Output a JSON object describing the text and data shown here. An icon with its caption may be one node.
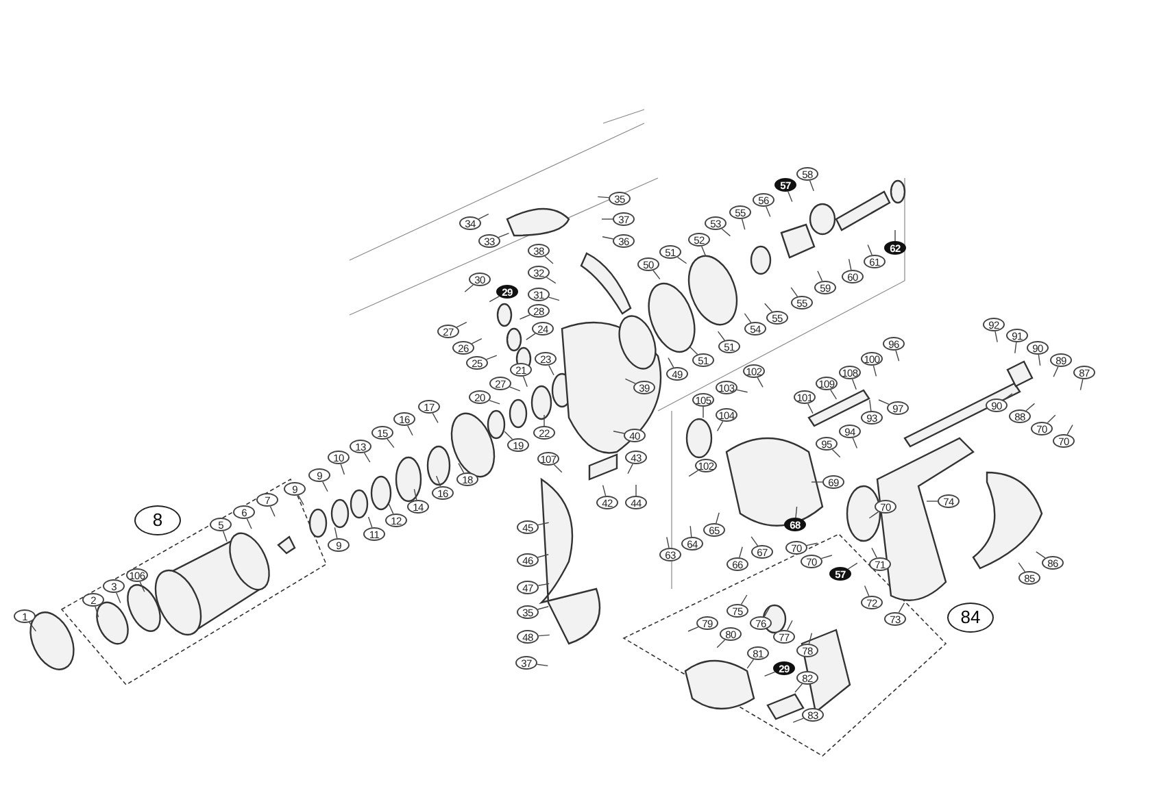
{
  "diagram": {
    "nodes": [
      {
        "text": [
          "1"
        ]
      },
      {
        "text": [
          "2"
        ]
      },
      {
        "text": [
          "3"
        ]
      },
      {
        "text": [
          "106"
        ]
      },
      {
        "text": [
          "5"
        ]
      },
      {
        "text": [
          "6"
        ]
      },
      {
        "text": [
          "7"
        ]
      },
      {
        "text": [
          "9"
        ]
      },
      {
        "text": [
          "9"
        ]
      },
      {
        "text": [
          "10"
        ]
      },
      {
        "text": [
          "13"
        ]
      },
      {
        "text": [
          "15"
        ]
      },
      {
        "text": [
          "16"
        ]
      },
      {
        "text": [
          "17"
        ]
      },
      {
        "text": [
          "20"
        ]
      },
      {
        "text": [
          "27"
        ]
      },
      {
        "text": [
          "21"
        ]
      },
      {
        "text": [
          "23"
        ]
      },
      {
        "text": [
          "9"
        ]
      },
      {
        "text": [
          "11"
        ]
      },
      {
        "text": [
          "12"
        ]
      },
      {
        "text": [
          "14"
        ]
      },
      {
        "text": [
          "16"
        ]
      },
      {
        "text": [
          "18"
        ]
      },
      {
        "text": [
          "19"
        ]
      },
      {
        "text": [
          "22"
        ]
      },
      {
        "text": [
          "34"
        ]
      },
      {
        "text": [
          "33"
        ]
      },
      {
        "text": [
          "35"
        ]
      },
      {
        "text": [
          "37"
        ]
      },
      {
        "text": [
          "36"
        ]
      },
      {
        "text": [
          "38"
        ]
      },
      {
        "text": [
          "32"
        ]
      },
      {
        "text": [
          "31"
        ]
      },
      {
        "text": [
          "30"
        ]
      },
      {
        "text": [
          "29"
        ]
      },
      {
        "text": [
          "28"
        ]
      },
      {
        "text": [
          "27"
        ]
      },
      {
        "text": [
          "26"
        ]
      },
      {
        "text": [
          "25"
        ]
      },
      {
        "text": [
          "24"
        ]
      },
      {
        "text": [
          "39"
        ]
      },
      {
        "text": [
          "49"
        ]
      },
      {
        "text": [
          "50"
        ]
      },
      {
        "text": [
          "51"
        ]
      },
      {
        "text": [
          "52"
        ]
      },
      {
        "text": [
          "53"
        ]
      },
      {
        "text": [
          "55"
        ]
      },
      {
        "text": [
          "56"
        ]
      },
      {
        "text": [
          "57"
        ]
      },
      {
        "text": [
          "58"
        ]
      },
      {
        "text": [
          "59"
        ]
      },
      {
        "text": [
          "60"
        ]
      },
      {
        "text": [
          "61"
        ]
      },
      {
        "text": [
          "62"
        ]
      },
      {
        "text": [
          "55"
        ]
      },
      {
        "text": [
          "55"
        ]
      },
      {
        "text": [
          "54"
        ]
      },
      {
        "text": [
          "51"
        ]
      },
      {
        "text": [
          "51"
        ]
      },
      {
        "text": [
          "102"
        ]
      },
      {
        "text": [
          "103"
        ]
      },
      {
        "text": [
          "105"
        ]
      },
      {
        "text": [
          "104"
        ]
      },
      {
        "text": [
          "101"
        ]
      },
      {
        "text": [
          "109"
        ]
      },
      {
        "text": [
          "108"
        ]
      },
      {
        "text": [
          "100"
        ]
      },
      {
        "text": [
          "96"
        ]
      },
      {
        "text": [
          "97"
        ]
      },
      {
        "text": [
          "93"
        ]
      },
      {
        "text": [
          "94"
        ]
      },
      {
        "text": [
          "95"
        ]
      },
      {
        "text": [
          "102"
        ]
      },
      {
        "text": [
          "63"
        ]
      },
      {
        "text": [
          "64"
        ]
      },
      {
        "text": [
          "65"
        ]
      },
      {
        "text": [
          "66"
        ]
      },
      {
        "text": [
          "67"
        ]
      },
      {
        "text": [
          "68"
        ]
      },
      {
        "text": [
          "70"
        ]
      },
      {
        "text": [
          "70"
        ]
      },
      {
        "text": [
          "57"
        ]
      },
      {
        "text": [
          "69"
        ]
      },
      {
        "text": [
          "70"
        ]
      },
      {
        "text": [
          "74"
        ]
      },
      {
        "text": [
          "71"
        ]
      },
      {
        "text": [
          "72"
        ]
      },
      {
        "text": [
          "73"
        ]
      },
      {
        "text": [
          "85"
        ]
      },
      {
        "text": [
          "86"
        ]
      },
      {
        "text": [
          "92"
        ]
      },
      {
        "text": [
          "91"
        ]
      },
      {
        "text": [
          "90"
        ]
      },
      {
        "text": [
          "89"
        ]
      },
      {
        "text": [
          "87"
        ]
      },
      {
        "text": [
          "90"
        ]
      },
      {
        "text": [
          "88"
        ]
      },
      {
        "text": [
          "70"
        ]
      },
      {
        "text": [
          "70"
        ]
      },
      {
        "text": [
          "107"
        ]
      },
      {
        "text": [
          "40"
        ]
      },
      {
        "text": [
          "43"
        ]
      },
      {
        "text": [
          "42"
        ]
      },
      {
        "text": [
          "44"
        ]
      },
      {
        "text": [
          "45"
        ]
      },
      {
        "text": [
          "46"
        ]
      },
      {
        "text": [
          "47"
        ]
      },
      {
        "text": [
          "35"
        ]
      },
      {
        "text": [
          "48"
        ]
      },
      {
        "text": [
          "37"
        ]
      },
      {
        "text": [
          "75"
        ]
      },
      {
        "text": [
          "76"
        ]
      },
      {
        "text": [
          "77"
        ]
      },
      {
        "text": [
          "78"
        ]
      },
      {
        "text": [
          "79"
        ]
      },
      {
        "text": [
          "80"
        ]
      },
      {
        "text": [
          "81"
        ]
      },
      {
        "text": [
          "29"
        ]
      },
      {
        "text": [
          "82"
        ]
      },
      {
        "text": [
          "83"
        ]
      }
    ],
    "edges": [
      {
        "from": 0,
        "to": null,
        "arrow": "none"
      },
      {
        "from": 1,
        "to": null,
        "arrow": "none"
      },
      {
        "from": 2,
        "to": null,
        "arrow": "none"
      },
      {
        "from": 3,
        "to": null,
        "arrow": "none"
      },
      {
        "from": 4,
        "to": null,
        "arrow": "none"
      },
      {
        "from": 5,
        "to": null,
        "arrow": "none"
      },
      {
        "from": 6,
        "to": null,
        "arrow": "none"
      },
      {
        "from": 7,
        "to": null,
        "arrow": "none"
      },
      {
        "from": 8,
        "to": null,
        "arrow": "none"
      },
      {
        "from": 9,
        "to": null,
        "arrow": "none"
      },
      {
        "from": 10,
        "to": null,
        "arrow": "none"
      },
      {
        "from": 11,
        "to": null,
        "arrow": "none"
      },
      {
        "from": 12,
        "to": null,
        "arrow": "none"
      },
      {
        "from": 13,
        "to": null,
        "arrow": "none"
      },
      {
        "from": 14,
        "to": null,
        "arrow": "none"
      },
      {
        "from": 15,
        "to": null,
        "arrow": "none"
      },
      {
        "from": 16,
        "to": null,
        "arrow": "none"
      },
      {
        "from": 17,
        "to": null,
        "arrow": "none"
      },
      {
        "from": 18,
        "to": null,
        "arrow": "none"
      },
      {
        "from": 19,
        "to": null,
        "arrow": "none"
      },
      {
        "from": 20,
        "to": null,
        "arrow": "none"
      },
      {
        "from": 21,
        "to": null,
        "arrow": "none"
      },
      {
        "from": 22,
        "to": null,
        "arrow": "none"
      },
      {
        "from": 23,
        "to": null,
        "arrow": "none"
      },
      {
        "from": 24,
        "to": null,
        "arrow": "none"
      },
      {
        "from": 25,
        "to": null,
        "arrow": "none"
      },
      {
        "from": 26,
        "to": null,
        "arrow": "none"
      },
      {
        "from": 27,
        "to": null,
        "arrow": "none"
      },
      {
        "from": 28,
        "to": null,
        "arrow": "none"
      },
      {
        "from": 29,
        "to": null,
        "arrow": "none"
      },
      {
        "from": 30,
        "to": null,
        "arrow": "none"
      },
      {
        "from": 31,
        "to": null,
        "arrow": "none"
      },
      {
        "from": 32,
        "to": null,
        "arrow": "none"
      },
      {
        "from": 33,
        "to": null,
        "arrow": "none"
      },
      {
        "from": 34,
        "to": null,
        "arrow": "none"
      },
      {
        "from": 35,
        "to": null,
        "arrow": "none"
      },
      {
        "from": 36,
        "to": null,
        "arrow": "none"
      },
      {
        "from": 37,
        "to": null,
        "arrow": "none"
      },
      {
        "from": 38,
        "to": null,
        "arrow": "none"
      },
      {
        "from": 39,
        "to": null,
        "arrow": "none"
      },
      {
        "from": 40,
        "to": null,
        "arrow": "none"
      },
      {
        "from": 41,
        "to": null,
        "arrow": "none"
      },
      {
        "from": 42,
        "to": null,
        "arrow": "none"
      },
      {
        "from": 43,
        "to": null,
        "arrow": "none"
      },
      {
        "from": 44,
        "to": null,
        "arrow": "none"
      },
      {
        "from": 45,
        "to": null,
        "arrow": "none"
      },
      {
        "from": 46,
        "to": null,
        "arrow": "none"
      },
      {
        "from": 47,
        "to": null,
        "arrow": "none"
      },
      {
        "from": 48,
        "to": null,
        "arrow": "none"
      },
      {
        "from": 49,
        "to": null,
        "arrow": "none"
      },
      {
        "from": 50,
        "to": null,
        "arrow": "none"
      },
      {
        "from": 51,
        "to": null,
        "arrow": "none"
      },
      {
        "from": 52,
        "to": null,
        "arrow": "none"
      },
      {
        "from": 53,
        "to": null,
        "arrow": "none"
      },
      {
        "from": 54,
        "to": null,
        "arrow": "none"
      },
      {
        "from": 55,
        "to": null,
        "arrow": "none"
      },
      {
        "from": 56,
        "to": null,
        "arrow": "none"
      },
      {
        "from": 57,
        "to": null,
        "arrow": "none"
      },
      {
        "from": 58,
        "to": null,
        "arrow": "none"
      },
      {
        "from": 59,
        "to": null,
        "arrow": "none"
      },
      {
        "from": 60,
        "to": null,
        "arrow": "none"
      },
      {
        "from": 61,
        "to": null,
        "arrow": "none"
      },
      {
        "from": 62,
        "to": null,
        "arrow": "none"
      },
      {
        "from": 63,
        "to": null,
        "arrow": "none"
      },
      {
        "from": 64,
        "to": null,
        "arrow": "none"
      },
      {
        "from": 65,
        "to": null,
        "arrow": "none"
      },
      {
        "from": 66,
        "to": null,
        "arrow": "none"
      },
      {
        "from": 67,
        "to": null,
        "arrow": "none"
      },
      {
        "from": 68,
        "to": null,
        "arrow": "none"
      },
      {
        "from": 69,
        "to": null,
        "arrow": "none"
      },
      {
        "from": 70,
        "to": null,
        "arrow": "none"
      },
      {
        "from": 71,
        "to": null,
        "arrow": "none"
      },
      {
        "from": 72,
        "to": null,
        "arrow": "none"
      },
      {
        "from": 73,
        "to": null,
        "arrow": "none"
      },
      {
        "from": 74,
        "to": null,
        "arrow": "none"
      },
      {
        "from": 75,
        "to": null,
        "arrow": "none"
      },
      {
        "from": 76,
        "to": null,
        "arrow": "none"
      },
      {
        "from": 77,
        "to": null,
        "arrow": "none"
      },
      {
        "from": 78,
        "to": null,
        "arrow": "none"
      },
      {
        "from": 79,
        "to": null,
        "arrow": "none"
      },
      {
        "from": 80,
        "to": null,
        "arrow": "none"
      },
      {
        "from": 81,
        "to": null,
        "arrow": "none"
      },
      {
        "from": 82,
        "to": null,
        "arrow": "none"
      },
      {
        "from": 83,
        "to": null,
        "arrow": "none"
      },
      {
        "from": 84,
        "to": null,
        "arrow": "none"
      },
      {
        "from": 85,
        "to": null,
        "arrow": "none"
      },
      {
        "from": 86,
        "to": null,
        "arrow": "none"
      },
      {
        "from": 87,
        "to": null,
        "arrow": "none"
      },
      {
        "from": 88,
        "to": null,
        "arrow": "none"
      },
      {
        "from": 89,
        "to": null,
        "arrow": "none"
      },
      {
        "from": 90,
        "to": null,
        "arrow": "none"
      },
      {
        "from": 91,
        "to": null,
        "arrow": "none"
      },
      {
        "from": 92,
        "to": null,
        "arrow": "none"
      },
      {
        "from": 93,
        "to": null,
        "arrow": "none"
      },
      {
        "from": 94,
        "to": null,
        "arrow": "none"
      },
      {
        "from": 95,
        "to": null,
        "arrow": "none"
      },
      {
        "from": 96,
        "to": null,
        "arrow": "none"
      },
      {
        "from": 97,
        "to": null,
        "arrow": "none"
      },
      {
        "from": 98,
        "to": null,
        "arrow": "none"
      },
      {
        "from": 99,
        "to": null,
        "arrow": "none"
      },
      {
        "from": 100,
        "to": null,
        "arrow": "none"
      },
      {
        "from": 101,
        "to": null,
        "arrow": "none"
      },
      {
        "from": 102,
        "to": null,
        "arrow": "none"
      },
      {
        "from": 103,
        "to": null,
        "arrow": "none"
      },
      {
        "from": 104,
        "to": null,
        "arrow": "none"
      },
      {
        "from": 105,
        "to": null,
        "arrow": "none"
      },
      {
        "from": 106,
        "to": null,
        "arrow": "none"
      },
      {
        "from": 107,
        "to": null,
        "arrow": "none"
      },
      {
        "from": 108,
        "to": null,
        "arrow": "none"
      },
      {
        "from": 109,
        "to": null,
        "arrow": "none"
      },
      {
        "from": 110,
        "to": null,
        "arrow": "none"
      },
      {
        "from": 111,
        "to": null,
        "arrow": "none"
      },
      {
        "from": 112,
        "to": null,
        "arrow": "none"
      },
      {
        "from": 113,
        "to": null,
        "arrow": "none"
      },
      {
        "from": 114,
        "to": null,
        "arrow": "none"
      },
      {
        "from": 115,
        "to": null,
        "arrow": "none"
      },
      {
        "from": 116,
        "to": null,
        "arrow": "none"
      },
      {
        "from": 117,
        "to": null,
        "arrow": "none"
      },
      {
        "from": 118,
        "to": null,
        "arrow": "none"
      },
      {
        "from": 119,
        "to": null,
        "arrow": "none"
      },
      {
        "from": 120,
        "to": null,
        "arrow": "none"
      }
    ],
    "labels": [
      "8",
      "84"
    ]
  }
}
